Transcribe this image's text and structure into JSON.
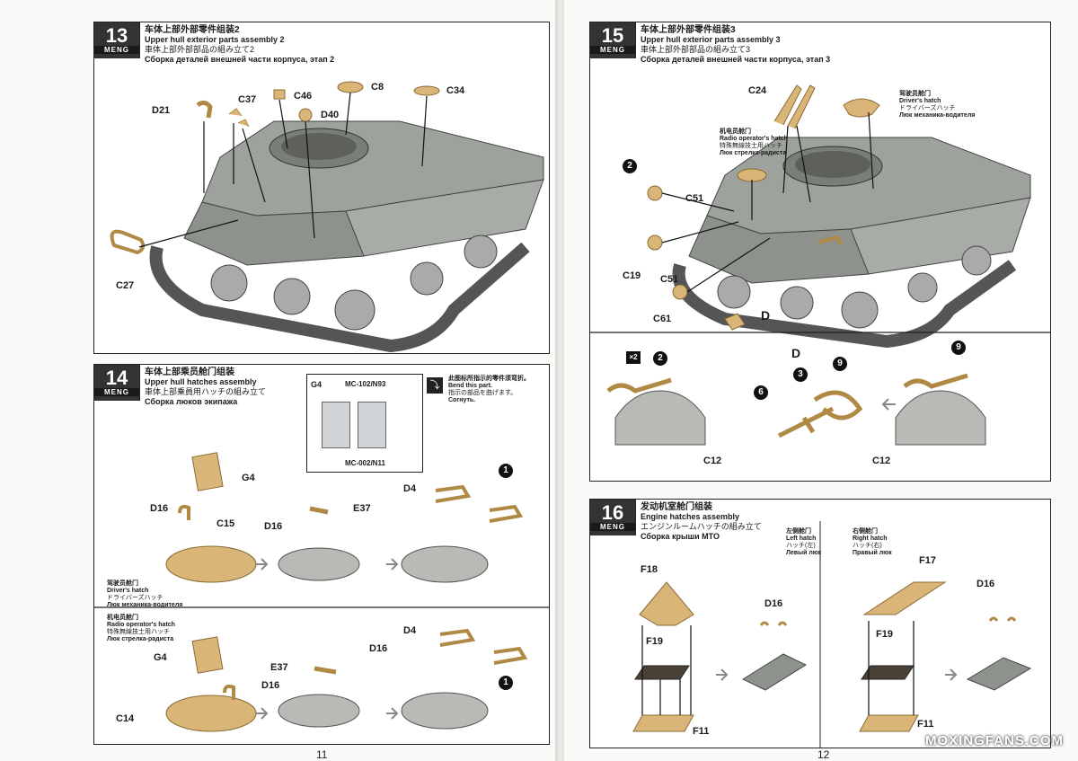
{
  "pages": {
    "left_number": "11",
    "right_number": "12"
  },
  "watermark": "MOXINGFANS.COM",
  "brand": "MENG",
  "steps": [
    {
      "number": "13",
      "title_cn": "车体上部外部零件组装2",
      "title_en": "Upper hull exterior parts assembly 2",
      "title_jp": "車体上部外部部品の組み立て2",
      "title_ru": "Сборка деталей внешней части корпуса, этап 2",
      "parts": {
        "d21": "D21",
        "c37": "C37",
        "c46": "C46",
        "c8": "C8",
        "c34": "C34",
        "d40": "D40",
        "c27": "C27"
      }
    },
    {
      "number": "14",
      "title_cn": "车体上部乘员舱门组装",
      "title_en": "Upper hull hatches assembly",
      "title_jp": "車体上部乗員用ハッチの組み立て",
      "title_ru": "Сборка люков экипажа",
      "paint": {
        "g4": "G4",
        "code1": "MC-102/N93",
        "code2": "MC-002/N11"
      },
      "bend": {
        "cn": "此图标所指示的零件须弯折。",
        "en": "Bend this part.",
        "jp": "指示の部品を曲げます。",
        "ru": "Согнуть."
      },
      "driver": {
        "cn": "驾驶员舱门",
        "en": "Driver's hatch",
        "jp": "ドライバーズハッチ",
        "ru": "Люк механика-водителя"
      },
      "radio": {
        "cn": "机电员舱门",
        "en": "Radio operator's hatch",
        "jp": "特殊無線技士用ハッチ",
        "ru": "Люк стрелка-радиста"
      },
      "parts": {
        "g4": "G4",
        "d16": "D16",
        "c15": "C15",
        "e37": "E37",
        "d4": "D4",
        "c14": "C14"
      },
      "w1": "1"
    },
    {
      "number": "15",
      "title_cn": "车体上部外部零件组装3",
      "title_en": "Upper hull exterior parts assembly 3",
      "title_jp": "車体上部外部部品の組み立て3",
      "title_ru": "Сборка деталей внешней части корпуса, этап 3",
      "driver": {
        "cn": "驾驶员舱门",
        "en": "Driver's hatch",
        "jp": "ドライバーズハッチ",
        "ru": "Люк механика-водителя"
      },
      "radio": {
        "cn": "机电员舱门",
        "en": "Radio operator's hatch",
        "jp": "特殊無線技士用ハッチ",
        "ru": "Люк стрелка-радиста"
      },
      "parts": {
        "c24": "C24",
        "c51": "C51",
        "c19": "C19",
        "c61": "C61",
        "d": "D",
        "c12": "C12"
      },
      "w2": "2",
      "x2": "×2",
      "w3": "3",
      "w6": "6",
      "w9": "9"
    },
    {
      "number": "16",
      "title_cn": "发动机室舱门组装",
      "title_en": "Engine hatches assembly",
      "title_jp": "エンジンルームハッチの組み立て",
      "title_ru": "Сборка крыши МТО",
      "left": {
        "cn": "左侧舱门",
        "en": "Left hatch",
        "jp": "ハッチ(左)",
        "ru": "Левый люк"
      },
      "right": {
        "cn": "右侧舱门",
        "en": "Right hatch",
        "jp": "ハッチ(右)",
        "ru": "Правый люк"
      },
      "parts": {
        "f18": "F18",
        "f19": "F19",
        "f11": "F11",
        "f17": "F17",
        "d16": "D16"
      }
    }
  ],
  "colors": {
    "hull": "#9ea29c",
    "hull_dark": "#6f726d",
    "resin": "#d9b678",
    "resin_dark": "#b08a45",
    "grey_part": "#b8bab6",
    "dark_part": "#4a4236"
  }
}
